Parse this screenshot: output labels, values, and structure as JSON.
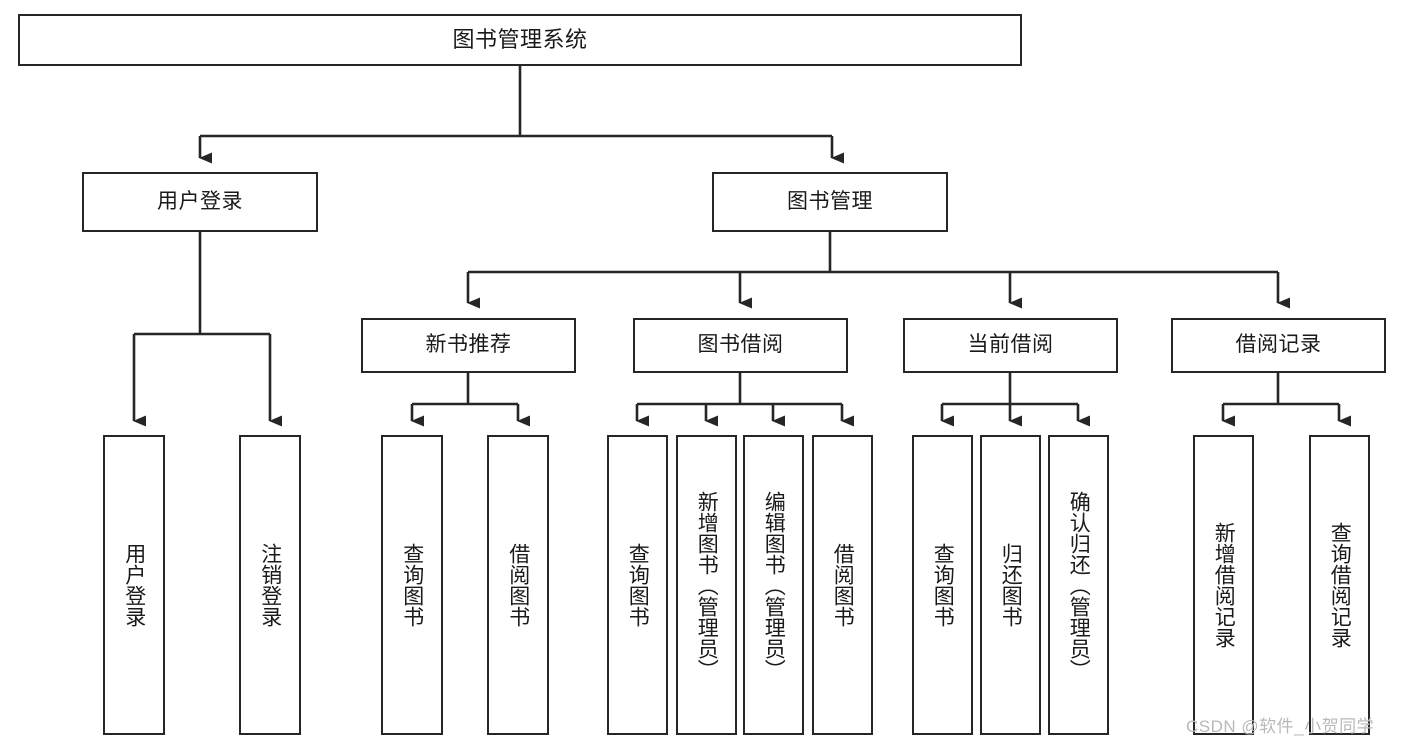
{
  "diagram": {
    "title": "图书管理系统",
    "type": "hierarchy-tree",
    "watermark": "CSDN @软件_小贺同学",
    "colors": {
      "box_border": "#262626",
      "box_fill": "#ffffff",
      "line": "#262626",
      "text": "#1a1a1a",
      "watermark": "#b9b9b9"
    },
    "levels": {
      "level1": [
        {
          "id": "root",
          "label": "图书管理系统"
        }
      ],
      "level2": [
        {
          "id": "user-login",
          "label": "用户登录",
          "parent": "root"
        },
        {
          "id": "book-manage",
          "label": "图书管理",
          "parent": "root"
        }
      ],
      "level3": [
        {
          "id": "new-book-rec",
          "label": "新书推荐",
          "parent": "book-manage"
        },
        {
          "id": "book-borrow",
          "label": "图书借阅",
          "parent": "book-manage"
        },
        {
          "id": "current-borrow",
          "label": "当前借阅",
          "parent": "book-manage"
        },
        {
          "id": "borrow-record",
          "label": "借阅记录",
          "parent": "book-manage"
        }
      ],
      "level4": [
        {
          "id": "leaf-user-login",
          "label": "用户登录",
          "parent": "user-login"
        },
        {
          "id": "leaf-user-logout",
          "label": "注销登录",
          "parent": "user-login"
        },
        {
          "id": "leaf-query-book-1",
          "label": "查询图书",
          "parent": "new-book-rec"
        },
        {
          "id": "leaf-borrow-book-1",
          "label": "借阅图书",
          "parent": "new-book-rec"
        },
        {
          "id": "leaf-query-book-2",
          "label": "查询图书",
          "parent": "book-borrow"
        },
        {
          "id": "leaf-add-book",
          "label": "新增图书（管理员）",
          "parent": "book-borrow"
        },
        {
          "id": "leaf-edit-book",
          "label": "编辑图书（管理员）",
          "parent": "book-borrow"
        },
        {
          "id": "leaf-borrow-book-2",
          "label": "借阅图书",
          "parent": "book-borrow"
        },
        {
          "id": "leaf-query-book-3",
          "label": "查询图书",
          "parent": "current-borrow"
        },
        {
          "id": "leaf-return-book",
          "label": "归还图书",
          "parent": "current-borrow"
        },
        {
          "id": "leaf-confirm-return",
          "label": "确认归还（管理员）",
          "parent": "current-borrow"
        },
        {
          "id": "leaf-add-record",
          "label": "新增借阅记录",
          "parent": "borrow-record"
        },
        {
          "id": "leaf-query-record",
          "label": "查询借阅记录",
          "parent": "borrow-record"
        }
      ]
    }
  }
}
